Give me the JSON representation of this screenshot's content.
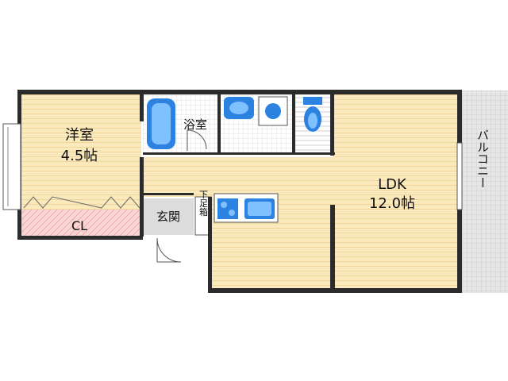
{
  "rooms": {
    "western_room": {
      "name": "洋室",
      "size": "4.5帖"
    },
    "closet": {
      "name": "CL"
    },
    "bathroom": {
      "name": "浴室"
    },
    "entrance": {
      "name": "玄関"
    },
    "shoe_box": {
      "name": "下足箱"
    },
    "ldk": {
      "name": "LDK",
      "size": "12.0帖"
    },
    "balcony": {
      "name": "バルコニー"
    }
  },
  "colors": {
    "floor": "#f9e9bd",
    "wood_line": "#f3d79a",
    "wall": "#2b2b2b",
    "closet": "#f7c9c9",
    "balcony": "#e2e2e2",
    "fixture": "#2b82e0",
    "entrance": "#dcdcdc"
  },
  "icons": [
    "bathtub-icon",
    "washbasin-icon",
    "washing-machine-icon",
    "toilet-icon",
    "stove-icon",
    "kitchen-sink-icon",
    "door-swing-icon",
    "window-icon"
  ]
}
